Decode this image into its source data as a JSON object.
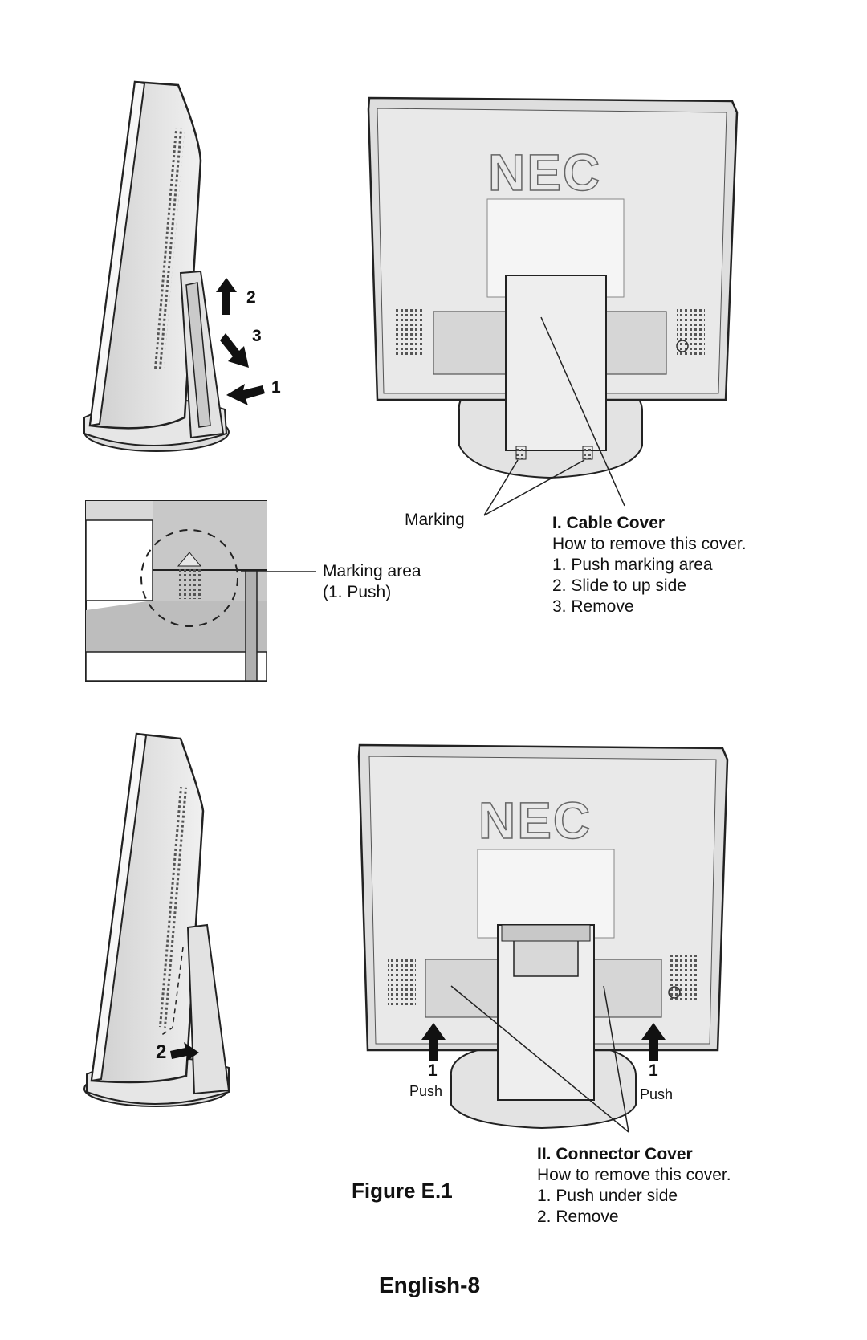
{
  "figure1": {
    "steps": {
      "s1": "1",
      "s2": "2",
      "s3": "3"
    },
    "brand": "NEC",
    "marking_label": "Marking",
    "marking_area_label": "Marking area",
    "marking_area_sub": "(1. Push)",
    "cable_cover": {
      "title": "I. Cable Cover",
      "intro": "How to remove this cover.",
      "steps": [
        "1. Push marking area",
        "2. Slide to up side",
        "3. Remove"
      ]
    }
  },
  "figure2": {
    "brand": "NEC",
    "step_label": "2",
    "push_left_num": "1",
    "push_left": "Push",
    "push_right_num": "1",
    "push_right": "Push",
    "connector_cover": {
      "title": "II. Connector Cover",
      "intro": "How to remove this cover.",
      "steps": [
        "1. Push under side",
        "2. Remove"
      ]
    }
  },
  "figure_caption": "Figure E.1",
  "page_label": "English-8"
}
